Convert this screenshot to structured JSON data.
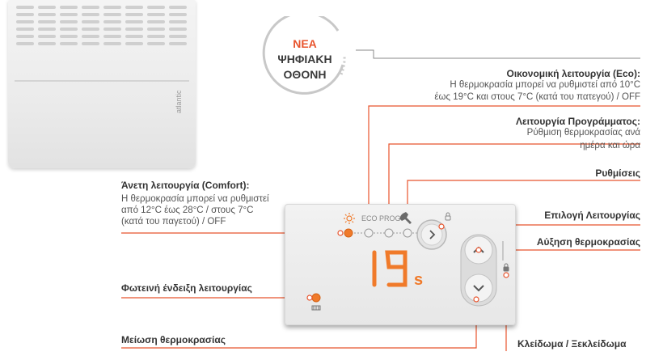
{
  "badge": {
    "line1": "ΝΕΑ",
    "line2": "ΨΗΦΙΑΚΗ",
    "line3": "ΟΘΟΝΗ"
  },
  "heater": {
    "logo": "atlantic"
  },
  "labels": {
    "eco_title": "Οικονομική λειτουργία (Eco):",
    "eco_desc1": "Η θερμοκρασία μπορεί να ρυθμιστεί από 10°C",
    "eco_desc2": "έως 19°C και στους 7°C (κατά του πατεγού) / OFF",
    "prog_title": "Λειτουργία Προγράμματος:",
    "prog_desc1": "Ρύθμιση θερμοκρασίας ανά",
    "prog_desc2": "ημέρα και ώρα",
    "settings": "Ρυθμίσεις",
    "mode_select": "Επιλογή Λειτουργίας",
    "temp_up": "Αύξηση θερμοκρασίας",
    "comfort_title": "Άνετη λειτουργία (Comfort):",
    "comfort_desc1": "Η θερμοκρασία μπορεί να ρυθμιστεί",
    "comfort_desc2": "από  12°C έως 28°C / στους 7°C",
    "comfort_desc3": "(κατά του παγετού) / OFF",
    "indicator": "Φωτεινή ένδειξη λειτουργίας",
    "temp_down": "Μείωση θερμοκρασίας",
    "lock": "Κλείδωμα / Ξεκλείδωμα"
  },
  "panel": {
    "mode_eco": "ECO",
    "mode_prog": "PROG",
    "display_digits": "19",
    "display_suffix": "s",
    "sun_icon": "sun-icon",
    "wrench_icon": "wrench-icon",
    "lock_icon": "lock-icon",
    "heat_icon": "heat-icon"
  },
  "colors": {
    "accent": "#e8542d",
    "digit": "#f07a2a",
    "line": "#e8542d",
    "panel": "#ececec"
  }
}
